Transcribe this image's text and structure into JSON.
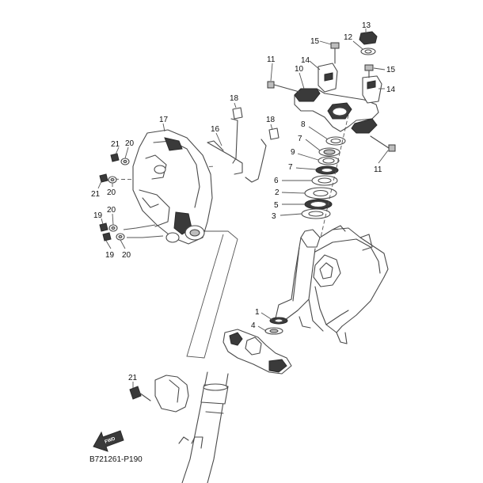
{
  "diagram": {
    "code": "B721261-P190",
    "fwd_label": "FWD",
    "callouts": [
      {
        "id": "c13",
        "text": "13"
      },
      {
        "id": "c15a",
        "text": "15"
      },
      {
        "id": "c12",
        "text": "12"
      },
      {
        "id": "c14a",
        "text": "14"
      },
      {
        "id": "c15b",
        "text": "15"
      },
      {
        "id": "c11a",
        "text": "11"
      },
      {
        "id": "c10",
        "text": "10"
      },
      {
        "id": "c14b",
        "text": "14"
      },
      {
        "id": "c18a",
        "text": "18"
      },
      {
        "id": "c17",
        "text": "17"
      },
      {
        "id": "c16",
        "text": "16"
      },
      {
        "id": "c18b",
        "text": "18"
      },
      {
        "id": "c8",
        "text": "8"
      },
      {
        "id": "c7a",
        "text": "7"
      },
      {
        "id": "c21a",
        "text": "21"
      },
      {
        "id": "c20a",
        "text": "20"
      },
      {
        "id": "c9",
        "text": "9"
      },
      {
        "id": "c11b",
        "text": "11"
      },
      {
        "id": "c7b",
        "text": "7"
      },
      {
        "id": "c21b",
        "text": "21"
      },
      {
        "id": "c20b",
        "text": "20"
      },
      {
        "id": "c6",
        "text": "6"
      },
      {
        "id": "c2",
        "text": "2"
      },
      {
        "id": "c5",
        "text": "5"
      },
      {
        "id": "c3",
        "text": "3"
      },
      {
        "id": "c19a",
        "text": "19"
      },
      {
        "id": "c20c",
        "text": "20"
      },
      {
        "id": "c19b",
        "text": "19"
      },
      {
        "id": "c20d",
        "text": "20"
      },
      {
        "id": "c1",
        "text": "1"
      },
      {
        "id": "c4",
        "text": "4"
      },
      {
        "id": "c21c",
        "text": "21"
      }
    ]
  }
}
